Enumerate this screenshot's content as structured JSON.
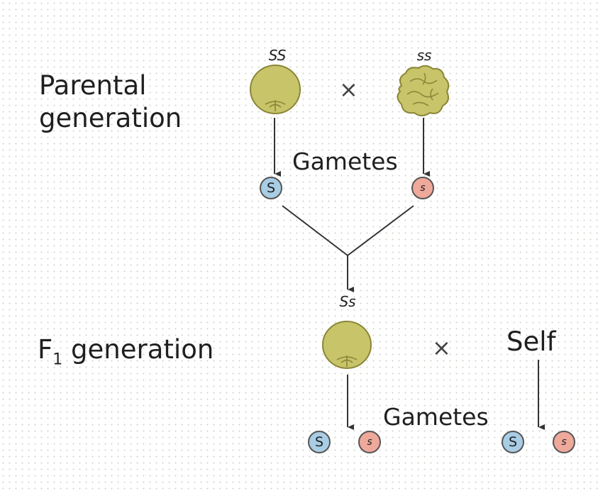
{
  "parental": {
    "label_line1": "Parental",
    "label_line2": "generation",
    "genotype_round": "SS",
    "genotype_wrinkled": "ss",
    "cross_symbol": "×",
    "gametes_label": "Gametes",
    "gamete_round": "S",
    "gamete_wrinkled": "s"
  },
  "f1": {
    "label_prefix": "F",
    "label_subscript": "1",
    "label_suffix": " generation",
    "genotype": "Ss",
    "cross_symbol": "×",
    "self_label": "Self",
    "gametes_label": "Gametes",
    "gamete_dominant": "S",
    "gamete_recessive": "s"
  },
  "colors": {
    "seed_fill": "#c8c46a",
    "seed_stroke": "#8a8637",
    "dominant_gamete": "#a8cde4",
    "recessive_gamete": "#eea99b",
    "arrow": "#333333"
  }
}
